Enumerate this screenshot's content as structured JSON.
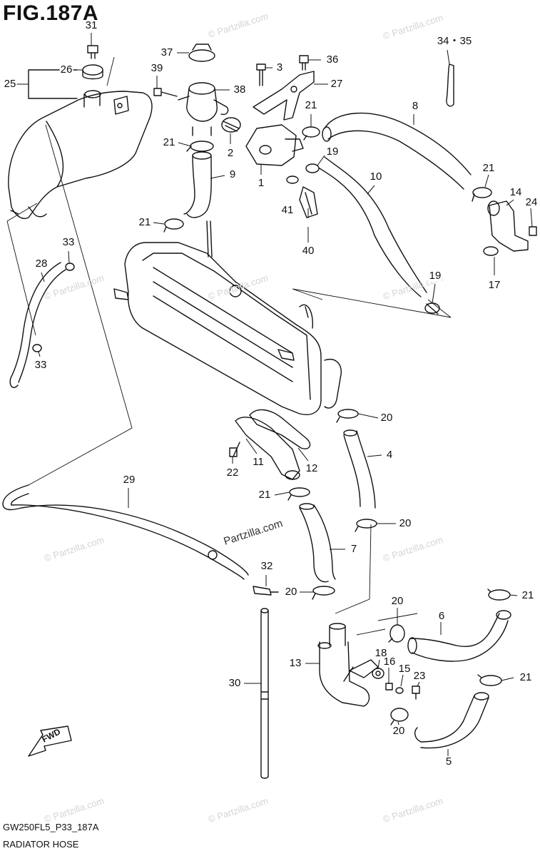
{
  "figure": {
    "title": "FIG.187A",
    "code": "GW250FL5_P33_187A",
    "caption": "RADIATOR HOSE",
    "fwd_label": "FWD",
    "watermark": "© Partzilla.com",
    "center_watermark": "Partzilla.com"
  },
  "callouts": [
    {
      "id": "c31",
      "text": "31"
    },
    {
      "id": "c26",
      "text": "26"
    },
    {
      "id": "c25",
      "text": "25"
    },
    {
      "id": "c37",
      "text": "37"
    },
    {
      "id": "c39",
      "text": "39"
    },
    {
      "id": "c38",
      "text": "38"
    },
    {
      "id": "c3",
      "text": "3"
    },
    {
      "id": "c36",
      "text": "36"
    },
    {
      "id": "c27",
      "text": "27"
    },
    {
      "id": "c3435",
      "text": "34・35"
    },
    {
      "id": "c8",
      "text": "8"
    },
    {
      "id": "c21a",
      "text": "21"
    },
    {
      "id": "c21b",
      "text": "21"
    },
    {
      "id": "c2",
      "text": "2"
    },
    {
      "id": "c1",
      "text": "1"
    },
    {
      "id": "c19a",
      "text": "19"
    },
    {
      "id": "c9",
      "text": "9"
    },
    {
      "id": "c10",
      "text": "10"
    },
    {
      "id": "c21c",
      "text": "21"
    },
    {
      "id": "c14",
      "text": "14"
    },
    {
      "id": "c24",
      "text": "24"
    },
    {
      "id": "c41",
      "text": "41"
    },
    {
      "id": "c21d",
      "text": "21"
    },
    {
      "id": "c40",
      "text": "40"
    },
    {
      "id": "c17",
      "text": "17"
    },
    {
      "id": "c19b",
      "text": "19"
    },
    {
      "id": "c33a",
      "text": "33"
    },
    {
      "id": "c28",
      "text": "28"
    },
    {
      "id": "c33b",
      "text": "33"
    },
    {
      "id": "c20a",
      "text": "20"
    },
    {
      "id": "c22",
      "text": "22"
    },
    {
      "id": "c11",
      "text": "11"
    },
    {
      "id": "c12",
      "text": "12"
    },
    {
      "id": "c4",
      "text": "4"
    },
    {
      "id": "c29",
      "text": "29"
    },
    {
      "id": "c21e",
      "text": "21"
    },
    {
      "id": "c20b",
      "text": "20"
    },
    {
      "id": "c7",
      "text": "7"
    },
    {
      "id": "c32",
      "text": "32"
    },
    {
      "id": "c20c",
      "text": "20"
    },
    {
      "id": "c21f",
      "text": "21"
    },
    {
      "id": "c20d",
      "text": "20"
    },
    {
      "id": "c6",
      "text": "6"
    },
    {
      "id": "c18",
      "text": "18"
    },
    {
      "id": "c16",
      "text": "16"
    },
    {
      "id": "c15",
      "text": "15"
    },
    {
      "id": "c13",
      "text": "13"
    },
    {
      "id": "c23",
      "text": "23"
    },
    {
      "id": "c21g",
      "text": "21"
    },
    {
      "id": "c30",
      "text": "30"
    },
    {
      "id": "c20e",
      "text": "20"
    },
    {
      "id": "c5",
      "text": "5"
    }
  ]
}
